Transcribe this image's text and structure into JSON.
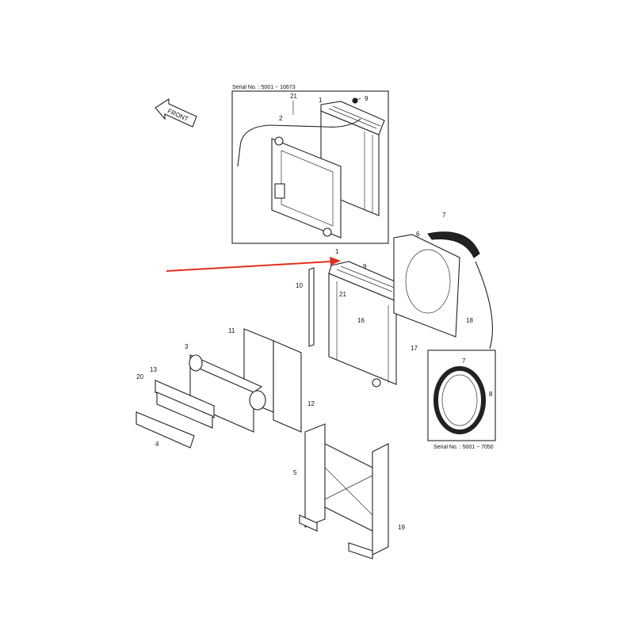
{
  "front_label": "FRONT",
  "inset_top": {
    "serial": "Serial No. : 5001 ~ 10673",
    "callouts": [
      "21",
      "2",
      "1",
      "9"
    ]
  },
  "inset_fan": {
    "serial": "Serial No. : 5001 ~ 7050",
    "callouts": [
      "7",
      "8"
    ]
  },
  "callouts": [
    "1",
    "9",
    "21",
    "10",
    "6",
    "7",
    "18",
    "16",
    "17",
    "11",
    "3",
    "13",
    "20",
    "12",
    "4",
    "5",
    "19"
  ],
  "colors": {
    "pointer_arrow": "#e0301e",
    "lines": "#222222"
  }
}
